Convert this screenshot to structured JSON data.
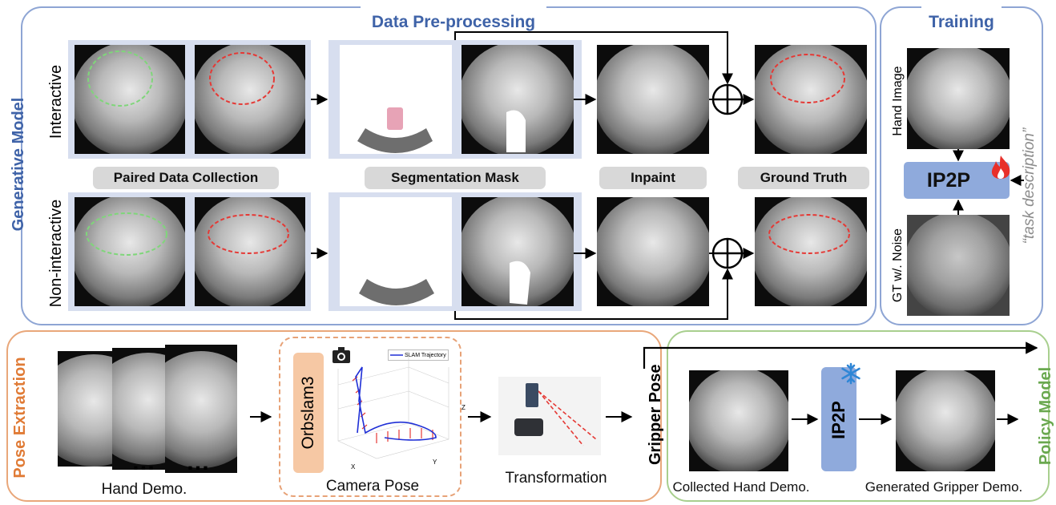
{
  "generative": {
    "section_title": "Data Pre-processing",
    "side_label": "Generative Model",
    "row_interactive": "Interactive",
    "row_noninteractive": "Non-interactive",
    "steps": {
      "paired": "Paired Data Collection",
      "segmentation": "Segmentation Mask",
      "inpaint": "Inpaint",
      "ground_truth": "Ground Truth"
    }
  },
  "training": {
    "title": "Training",
    "hand_image": "Hand Image",
    "gt_noise": "GT w/. Noise",
    "model": "IP2P",
    "task": "“task description”"
  },
  "pose": {
    "side_label": "Pose Extraction",
    "hand_demo": "Hand Demo.",
    "ellipsis": "…",
    "orbslam": "Orbslam3",
    "camera_pose": "Camera Pose",
    "legend": "SLAM Trajectory",
    "axis_x": "X",
    "axis_y": "Y",
    "axis_z": "Z",
    "transformation": "Transformation",
    "gripper_pose": "Gripper Pose"
  },
  "policy": {
    "side_label": "Policy Model",
    "model": "IP2P",
    "collected": "Collected Hand Demo.",
    "generated": "Generated Gripper Demo."
  },
  "colors": {
    "blue_border": "#8ea5d4",
    "blue_title": "#3f63a8",
    "orange": "#e08a4a",
    "green": "#6aa84f",
    "ip2p_fill": "#8faadc",
    "flame": "#e8302a",
    "snow": "#2e86d6"
  }
}
